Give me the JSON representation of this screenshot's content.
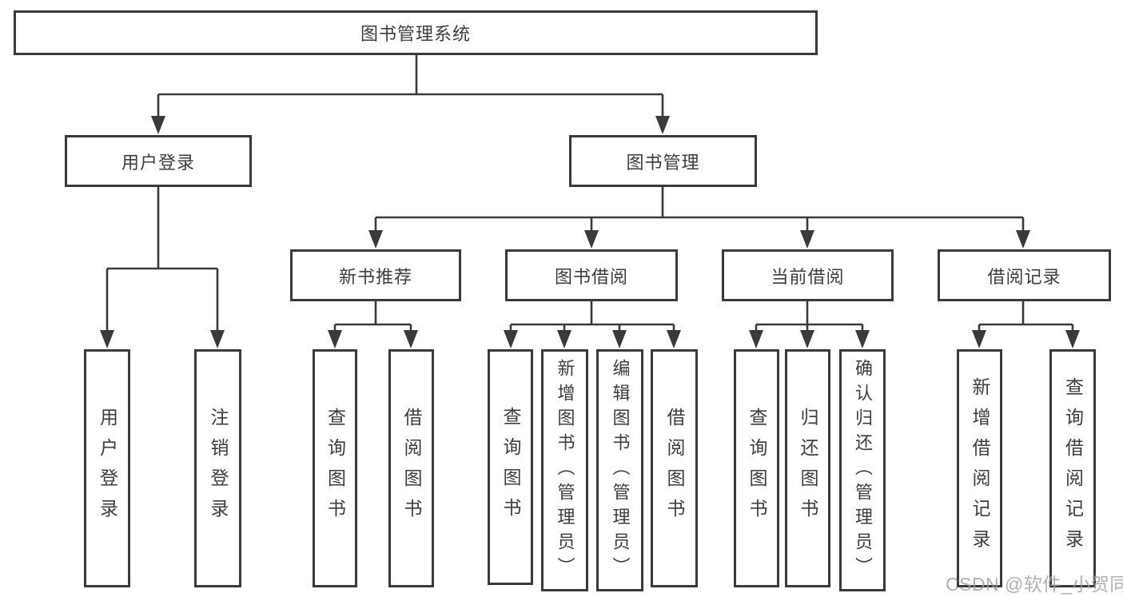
{
  "colors": {
    "line": "#3a3a3a",
    "text": "#3d3d3d",
    "box_fill": "#ffffff",
    "background": "#ffffff",
    "watermark": "#9f9f9f"
  },
  "tree": {
    "root": "图书管理系统",
    "branches": [
      {
        "label": "用户登录",
        "leaves": [
          "用户登录",
          "注销登录"
        ]
      },
      {
        "label": "图书管理",
        "sections": [
          {
            "label": "新书推荐",
            "leaves": [
              "查询图书",
              "借阅图书"
            ]
          },
          {
            "label": "图书借阅",
            "leaves": [
              "查询图书",
              "新增图书（管理员）",
              "编辑图书（管理员）",
              "借阅图书"
            ]
          },
          {
            "label": "当前借阅",
            "leaves": [
              "查询图书",
              "归还图书",
              "确认归还（管理员）"
            ]
          },
          {
            "label": "借阅记录",
            "leaves": [
              "新增借阅记录",
              "查询借阅记录"
            ]
          }
        ]
      }
    ]
  },
  "watermark": {
    "text": "CSDN @软件_小贺同学"
  }
}
